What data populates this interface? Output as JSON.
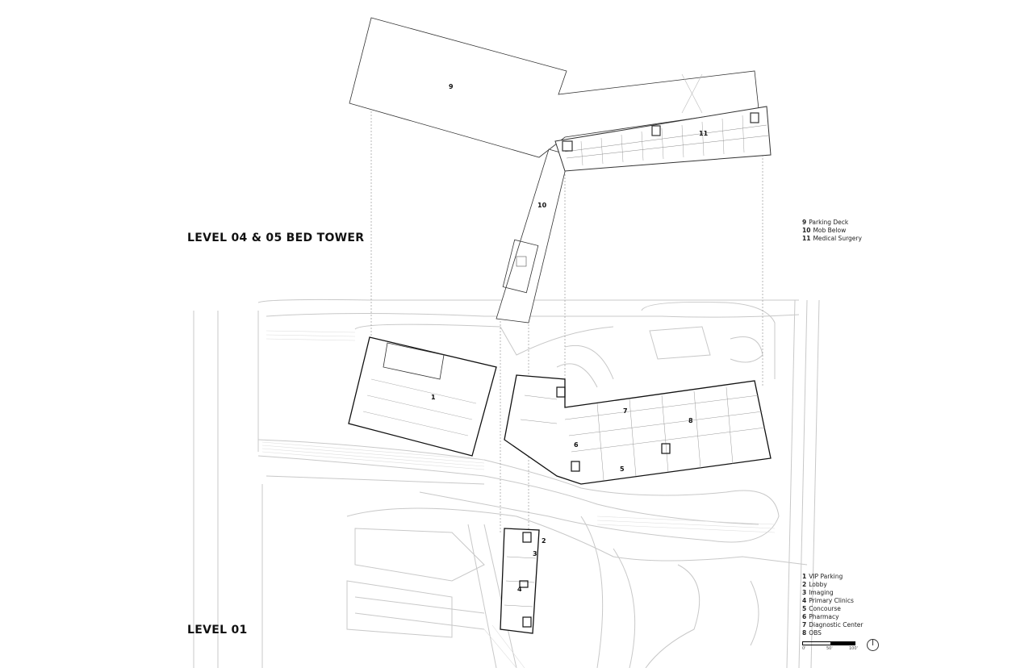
{
  "titles": {
    "upper": "LEVEL 04 & 05 BED TOWER",
    "lower": "LEVEL 01"
  },
  "upper_legend": [
    {
      "num": "9",
      "label": "Parking Deck"
    },
    {
      "num": "10",
      "label": "Mob Below"
    },
    {
      "num": "11",
      "label": "Medical Surgery"
    }
  ],
  "lower_legend": [
    {
      "num": "1",
      "label": "VIP Parking"
    },
    {
      "num": "2",
      "label": "Lobby"
    },
    {
      "num": "3",
      "label": "Imaging"
    },
    {
      "num": "4",
      "label": "Primary Clinics"
    },
    {
      "num": "5",
      "label": "Concourse"
    },
    {
      "num": "6",
      "label": "Pharmacy"
    },
    {
      "num": "7",
      "label": "Diagnostic Center"
    },
    {
      "num": "8",
      "label": "OBS"
    }
  ],
  "scale": {
    "labels": [
      "0'",
      "50'",
      "100'"
    ]
  },
  "north_arrow": "north-arrow-icon"
}
